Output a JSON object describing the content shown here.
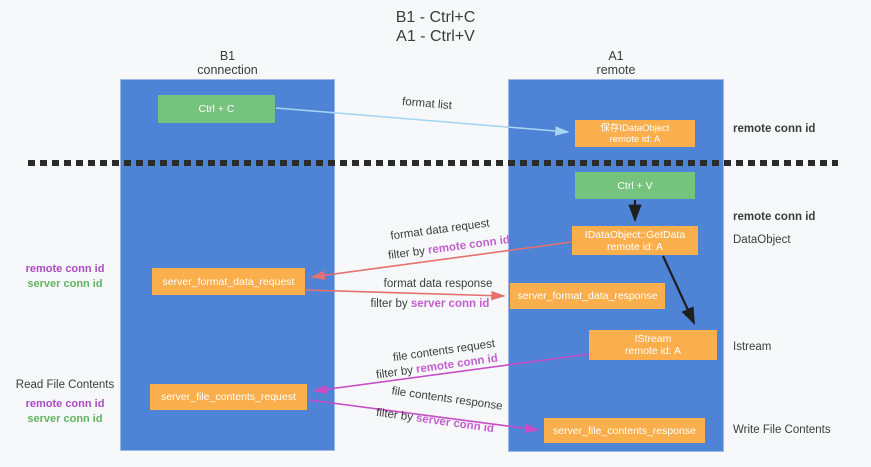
{
  "title": {
    "line1": "B1 - Ctrl+C",
    "line2": "A1 - Ctrl+V"
  },
  "columns": {
    "left": {
      "name": "B1",
      "role": "connection"
    },
    "right": {
      "name": "A1",
      "role": "remote"
    }
  },
  "nodes": {
    "ctrl_c": "Ctrl + C",
    "save_idataobject": {
      "line1": "保存IDataObject",
      "line2": "remote id: A"
    },
    "ctrl_v": "Ctrl + V",
    "getdata": {
      "line1": "IDataObject::GetData",
      "line2": "remote id: A"
    },
    "format_request": "server_format_data_request",
    "format_response": "server_format_data_response",
    "istream": {
      "line1": "IStream",
      "line2": "remote id: A"
    },
    "file_request": "server_file_contents_request",
    "file_response": "server_file_contents_response"
  },
  "flows": {
    "format_list": "format list",
    "format_data_request": "format data request",
    "format_data_response": "format data response",
    "file_contents_request": "file contents request",
    "file_contents_response": "file contents response",
    "filter_by": "filter by ",
    "remote_conn_id": "remote conn id",
    "server_conn_id": "server conn id"
  },
  "side_labels": {
    "right_top_remote": "remote conn id",
    "right_mid_remote": "remote conn id",
    "dataobject": "DataObject",
    "istream": "Istream",
    "write_file_contents": "Write File Contents",
    "left_remote_1": "remote conn id",
    "left_server_1": "server conn id",
    "read_file_contents": "Read File Contents",
    "left_remote_2": "remote conn id",
    "left_server_2": "server conn id"
  },
  "colors": {
    "lifeline_blue": "#4e83d6",
    "node_green": "#76c37d",
    "node_orange": "#fbae4c",
    "arrow_light_blue": "#a5d5f2",
    "arrow_salmon": "#e57070",
    "arrow_magenta": "#c74ec7",
    "arrow_black": "#1f1f1f",
    "text_purple": "#ab4ac4",
    "text_green": "#5fb466",
    "text_dark": "#3c3c3c",
    "background": "#f7f8f9"
  }
}
